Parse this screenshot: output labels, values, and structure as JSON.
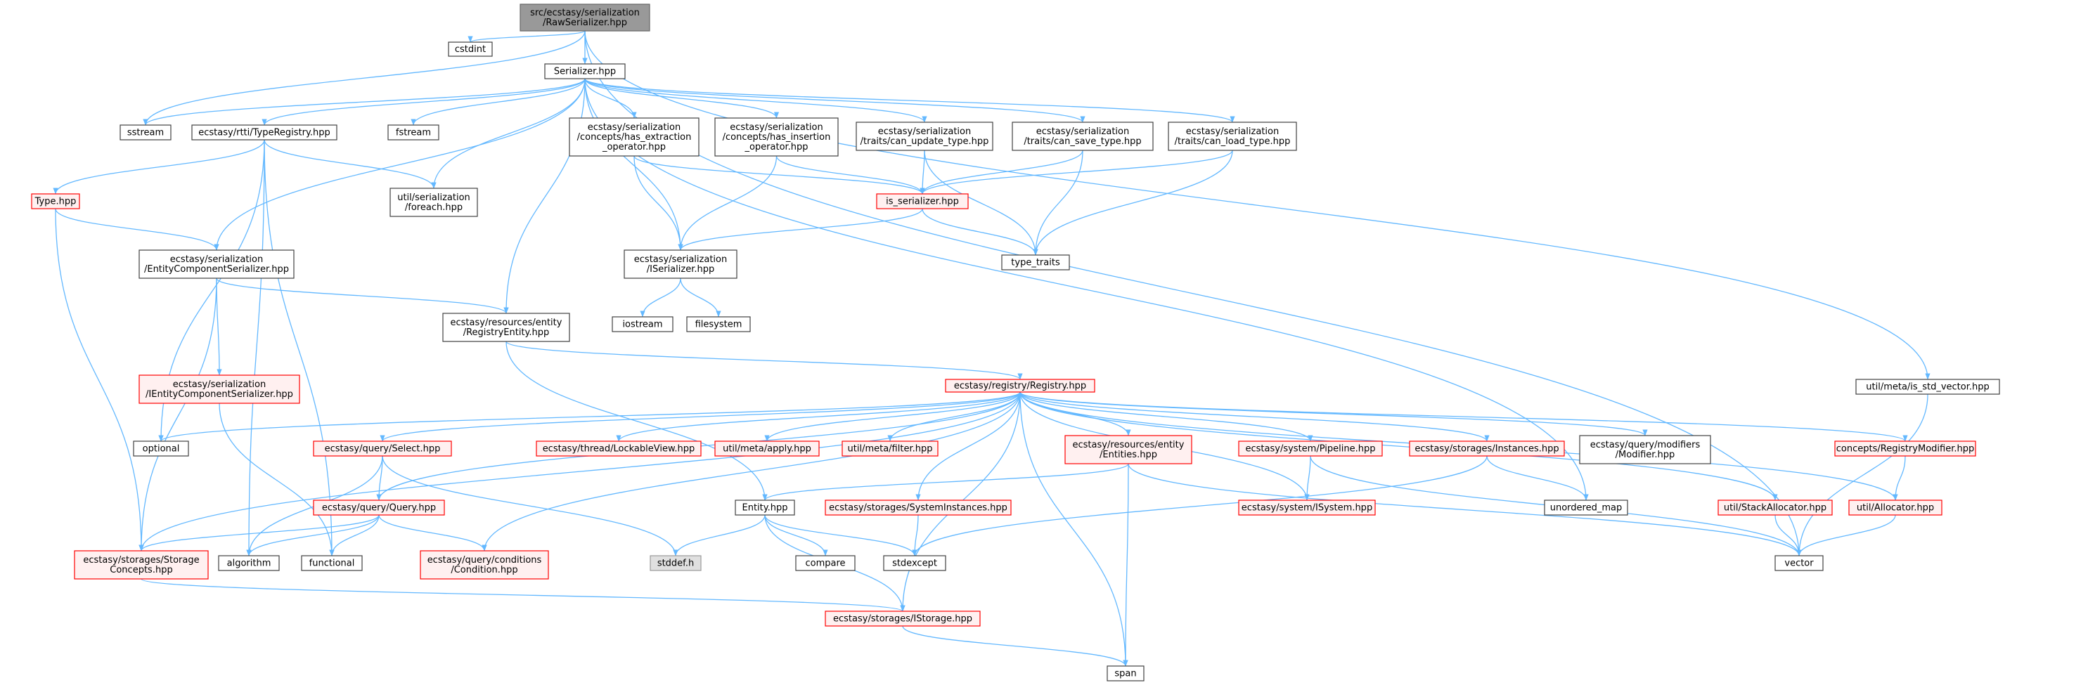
{
  "colors": {
    "edge": "#63b8ff",
    "node_fill": "#ffffff",
    "node_border": "#404040",
    "root_fill": "#999999",
    "root_border": "#666666",
    "system_fill": "#e0e0e0",
    "system_border": "#999999",
    "truncated_fill": "#fff0f0",
    "truncated_border": "#ff0000"
  },
  "nodes": [
    {
      "id": "root",
      "lines": [
        "src/ecstasy/serialization",
        "/RawSerializer.hpp"
      ],
      "style": "root"
    },
    {
      "id": "cstdint",
      "lines": [
        "cstdint"
      ],
      "style": "normal"
    },
    {
      "id": "serializer",
      "lines": [
        "Serializer.hpp"
      ],
      "style": "normal"
    },
    {
      "id": "sstream",
      "lines": [
        "sstream"
      ],
      "style": "normal"
    },
    {
      "id": "typeregistry",
      "lines": [
        "ecstasy/rtti/TypeRegistry.hpp"
      ],
      "style": "normal"
    },
    {
      "id": "fstream",
      "lines": [
        "fstream"
      ],
      "style": "normal"
    },
    {
      "id": "has_extraction",
      "lines": [
        "ecstasy/serialization",
        "/concepts/has_extraction",
        "_operator.hpp"
      ],
      "style": "normal"
    },
    {
      "id": "has_insertion",
      "lines": [
        "ecstasy/serialization",
        "/concepts/has_insertion",
        "_operator.hpp"
      ],
      "style": "normal"
    },
    {
      "id": "can_update",
      "lines": [
        "ecstasy/serialization",
        "/traits/can_update_type.hpp"
      ],
      "style": "normal"
    },
    {
      "id": "can_save",
      "lines": [
        "ecstasy/serialization",
        "/traits/can_save_type.hpp"
      ],
      "style": "normal"
    },
    {
      "id": "can_load",
      "lines": [
        "ecstasy/serialization",
        "/traits/can_load_type.hpp"
      ],
      "style": "normal"
    },
    {
      "id": "type",
      "lines": [
        "Type.hpp"
      ],
      "style": "truncated"
    },
    {
      "id": "foreach",
      "lines": [
        "util/serialization",
        "/foreach.hpp"
      ],
      "style": "normal"
    },
    {
      "id": "is_serializer",
      "lines": [
        "is_serializer.hpp"
      ],
      "style": "truncated"
    },
    {
      "id": "ecs",
      "lines": [
        "ecstasy/serialization",
        "/EntityComponentSerializer.hpp"
      ],
      "style": "normal"
    },
    {
      "id": "iserializer",
      "lines": [
        "ecstasy/serialization",
        "/ISerializer.hpp"
      ],
      "style": "normal"
    },
    {
      "id": "type_traits",
      "lines": [
        "type_traits"
      ],
      "style": "normal"
    },
    {
      "id": "iostream",
      "lines": [
        "iostream"
      ],
      "style": "normal"
    },
    {
      "id": "filesystem",
      "lines": [
        "filesystem"
      ],
      "style": "normal"
    },
    {
      "id": "registryentity",
      "lines": [
        "ecstasy/resources/entity",
        "/RegistryEntity.hpp"
      ],
      "style": "normal"
    },
    {
      "id": "iecs",
      "lines": [
        "ecstasy/serialization",
        "/IEntityComponentSerializer.hpp"
      ],
      "style": "truncated"
    },
    {
      "id": "registry",
      "lines": [
        "ecstasy/registry/Registry.hpp"
      ],
      "style": "truncated"
    },
    {
      "id": "is_std_vector",
      "lines": [
        "util/meta/is_std_vector.hpp"
      ],
      "style": "normal"
    },
    {
      "id": "optional",
      "lines": [
        "optional"
      ],
      "style": "normal"
    },
    {
      "id": "select",
      "lines": [
        "ecstasy/query/Select.hpp"
      ],
      "style": "truncated"
    },
    {
      "id": "lockableview",
      "lines": [
        "ecstasy/thread/LockableView.hpp"
      ],
      "style": "truncated"
    },
    {
      "id": "apply",
      "lines": [
        "util/meta/apply.hpp"
      ],
      "style": "truncated"
    },
    {
      "id": "filter",
      "lines": [
        "util/meta/filter.hpp"
      ],
      "style": "truncated"
    },
    {
      "id": "entities",
      "lines": [
        "ecstasy/resources/entity",
        "/Entities.hpp"
      ],
      "style": "truncated"
    },
    {
      "id": "pipeline",
      "lines": [
        "ecstasy/system/Pipeline.hpp"
      ],
      "style": "truncated"
    },
    {
      "id": "instances",
      "lines": [
        "ecstasy/storages/Instances.hpp"
      ],
      "style": "truncated"
    },
    {
      "id": "modifier",
      "lines": [
        "ecstasy/query/modifiers",
        "/Modifier.hpp"
      ],
      "style": "normal"
    },
    {
      "id": "registrymodifier",
      "lines": [
        "concepts/RegistryModifier.hpp"
      ],
      "style": "truncated"
    },
    {
      "id": "query",
      "lines": [
        "ecstasy/query/Query.hpp"
      ],
      "style": "truncated"
    },
    {
      "id": "entity",
      "lines": [
        "Entity.hpp"
      ],
      "style": "normal"
    },
    {
      "id": "systeminstances",
      "lines": [
        "ecstasy/storages/SystemInstances.hpp"
      ],
      "style": "truncated"
    },
    {
      "id": "isystem",
      "lines": [
        "ecstasy/system/ISystem.hpp"
      ],
      "style": "truncated"
    },
    {
      "id": "unordered_map",
      "lines": [
        "unordered_map"
      ],
      "style": "normal"
    },
    {
      "id": "stackallocator",
      "lines": [
        "util/StackAllocator.hpp"
      ],
      "style": "truncated"
    },
    {
      "id": "allocator",
      "lines": [
        "util/Allocator.hpp"
      ],
      "style": "truncated"
    },
    {
      "id": "storageconcepts",
      "lines": [
        "ecstasy/storages/Storage",
        "Concepts.hpp"
      ],
      "style": "truncated"
    },
    {
      "id": "algorithm",
      "lines": [
        "algorithm"
      ],
      "style": "normal"
    },
    {
      "id": "functional",
      "lines": [
        "functional"
      ],
      "style": "normal"
    },
    {
      "id": "condition",
      "lines": [
        "ecstasy/query/conditions",
        "/Condition.hpp"
      ],
      "style": "truncated"
    },
    {
      "id": "stddef",
      "lines": [
        "stddef.h"
      ],
      "style": "system"
    },
    {
      "id": "compare",
      "lines": [
        "compare"
      ],
      "style": "normal"
    },
    {
      "id": "stdexcept",
      "lines": [
        "stdexcept"
      ],
      "style": "normal"
    },
    {
      "id": "vector",
      "lines": [
        "vector"
      ],
      "style": "normal"
    },
    {
      "id": "istorage",
      "lines": [
        "ecstasy/storages/IStorage.hpp"
      ],
      "style": "truncated"
    },
    {
      "id": "span",
      "lines": [
        "span"
      ],
      "style": "normal"
    }
  ],
  "edges": [
    [
      "root",
      "cstdint"
    ],
    [
      "root",
      "serializer"
    ],
    [
      "root",
      "sstream"
    ],
    [
      "root",
      "is_std_vector"
    ],
    [
      "root",
      "vector"
    ],
    [
      "serializer",
      "sstream"
    ],
    [
      "serializer",
      "typeregistry"
    ],
    [
      "serializer",
      "fstream"
    ],
    [
      "serializer",
      "has_extraction"
    ],
    [
      "serializer",
      "has_insertion"
    ],
    [
      "serializer",
      "can_update"
    ],
    [
      "serializer",
      "can_save"
    ],
    [
      "serializer",
      "can_load"
    ],
    [
      "serializer",
      "foreach"
    ],
    [
      "serializer",
      "ecs"
    ],
    [
      "serializer",
      "iserializer"
    ],
    [
      "serializer",
      "registryentity"
    ],
    [
      "serializer",
      "unordered_map"
    ],
    [
      "typeregistry",
      "type"
    ],
    [
      "typeregistry",
      "foreach"
    ],
    [
      "typeregistry",
      "optional"
    ],
    [
      "typeregistry",
      "algorithm"
    ],
    [
      "typeregistry",
      "functional"
    ],
    [
      "type",
      "ecs"
    ],
    [
      "type",
      "storageconcepts"
    ],
    [
      "has_extraction",
      "is_serializer"
    ],
    [
      "has_extraction",
      "iserializer"
    ],
    [
      "has_insertion",
      "is_serializer"
    ],
    [
      "has_insertion",
      "iserializer"
    ],
    [
      "can_update",
      "is_serializer"
    ],
    [
      "can_update",
      "type_traits"
    ],
    [
      "can_save",
      "is_serializer"
    ],
    [
      "can_save",
      "type_traits"
    ],
    [
      "can_load",
      "is_serializer"
    ],
    [
      "can_load",
      "type_traits"
    ],
    [
      "is_serializer",
      "iserializer"
    ],
    [
      "is_serializer",
      "type_traits"
    ],
    [
      "iserializer",
      "iostream"
    ],
    [
      "iserializer",
      "filesystem"
    ],
    [
      "ecs",
      "registryentity"
    ],
    [
      "ecs",
      "iecs"
    ],
    [
      "ecs",
      "storageconcepts"
    ],
    [
      "iecs",
      "functional"
    ],
    [
      "registryentity",
      "registry"
    ],
    [
      "registryentity",
      "entity"
    ],
    [
      "registry",
      "optional"
    ],
    [
      "registry",
      "select"
    ],
    [
      "registry",
      "lockableview"
    ],
    [
      "registry",
      "apply"
    ],
    [
      "registry",
      "filter"
    ],
    [
      "registry",
      "entities"
    ],
    [
      "registry",
      "pipeline"
    ],
    [
      "registry",
      "instances"
    ],
    [
      "registry",
      "modifier"
    ],
    [
      "registry",
      "registrymodifier"
    ],
    [
      "registry",
      "query"
    ],
    [
      "registry",
      "systeminstances"
    ],
    [
      "registry",
      "isystem"
    ],
    [
      "registry",
      "stackallocator"
    ],
    [
      "registry",
      "allocator"
    ],
    [
      "registry",
      "storageconcepts"
    ],
    [
      "registry",
      "condition"
    ],
    [
      "registry",
      "istorage"
    ],
    [
      "registry",
      "span"
    ],
    [
      "is_std_vector",
      "vector"
    ],
    [
      "select",
      "query"
    ],
    [
      "select",
      "algorithm"
    ],
    [
      "select",
      "stddef"
    ],
    [
      "query",
      "algorithm"
    ],
    [
      "query",
      "functional"
    ],
    [
      "query",
      "condition"
    ],
    [
      "query",
      "storageconcepts"
    ],
    [
      "entities",
      "entity"
    ],
    [
      "entities",
      "span"
    ],
    [
      "entities",
      "vector"
    ],
    [
      "pipeline",
      "isystem"
    ],
    [
      "pipeline",
      "vector"
    ],
    [
      "instances",
      "unordered_map"
    ],
    [
      "instances",
      "stdexcept"
    ],
    [
      "systeminstances",
      "stdexcept"
    ],
    [
      "registrymodifier",
      "allocator"
    ],
    [
      "stackallocator",
      "vector"
    ],
    [
      "allocator",
      "vector"
    ],
    [
      "entity",
      "stddef"
    ],
    [
      "entity",
      "compare"
    ],
    [
      "entity",
      "stdexcept"
    ],
    [
      "entity",
      "istorage"
    ],
    [
      "storageconcepts",
      "istorage"
    ],
    [
      "istorage",
      "span"
    ]
  ]
}
